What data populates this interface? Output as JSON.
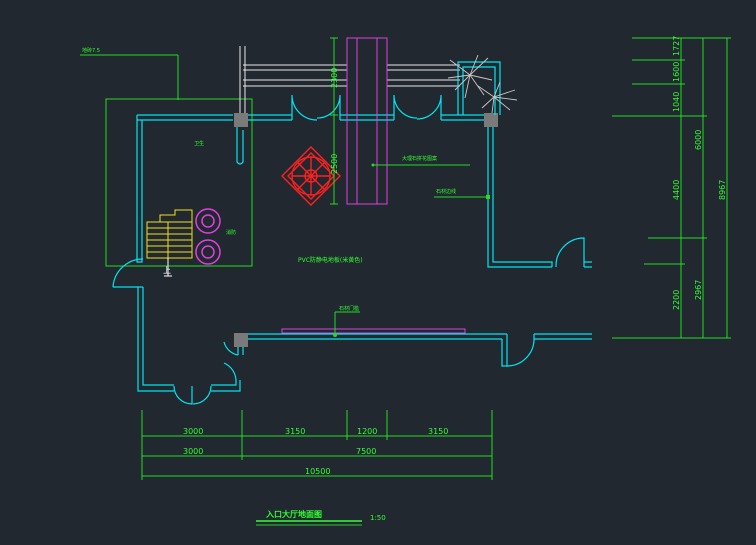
{
  "drawing": {
    "title": "入口大厅地面图",
    "scale": "1:50",
    "labels": {
      "top_left_note": "地砖7.5",
      "room_note": "卫生",
      "stair_up": "上",
      "equipment": "消防",
      "floor_material": "PVC防静电地板(米黄色)",
      "mosaic_note": "大理石拼花图案",
      "band_note": "石材边线",
      "bottom_note": "石材门槛"
    },
    "vertical_dims": {
      "top_door": "2300",
      "mosaic": "2500",
      "right": [
        "1727",
        "1600",
        "1040",
        "6000",
        "4400",
        "2200",
        "2967",
        "8967"
      ]
    },
    "horizontal_dims": {
      "row1": [
        "3000",
        "3150",
        "1200",
        "3150"
      ],
      "row2": [
        "3000",
        "7500"
      ],
      "total": "10500"
    }
  },
  "colors": {
    "background": "#212830",
    "dimension_green": "#22dd22",
    "wall_cyan": "#00e5f0",
    "accent_magenta": "#e040e0",
    "mosaic_red": "#ff2020",
    "stair_yellow": "#f4e020"
  }
}
